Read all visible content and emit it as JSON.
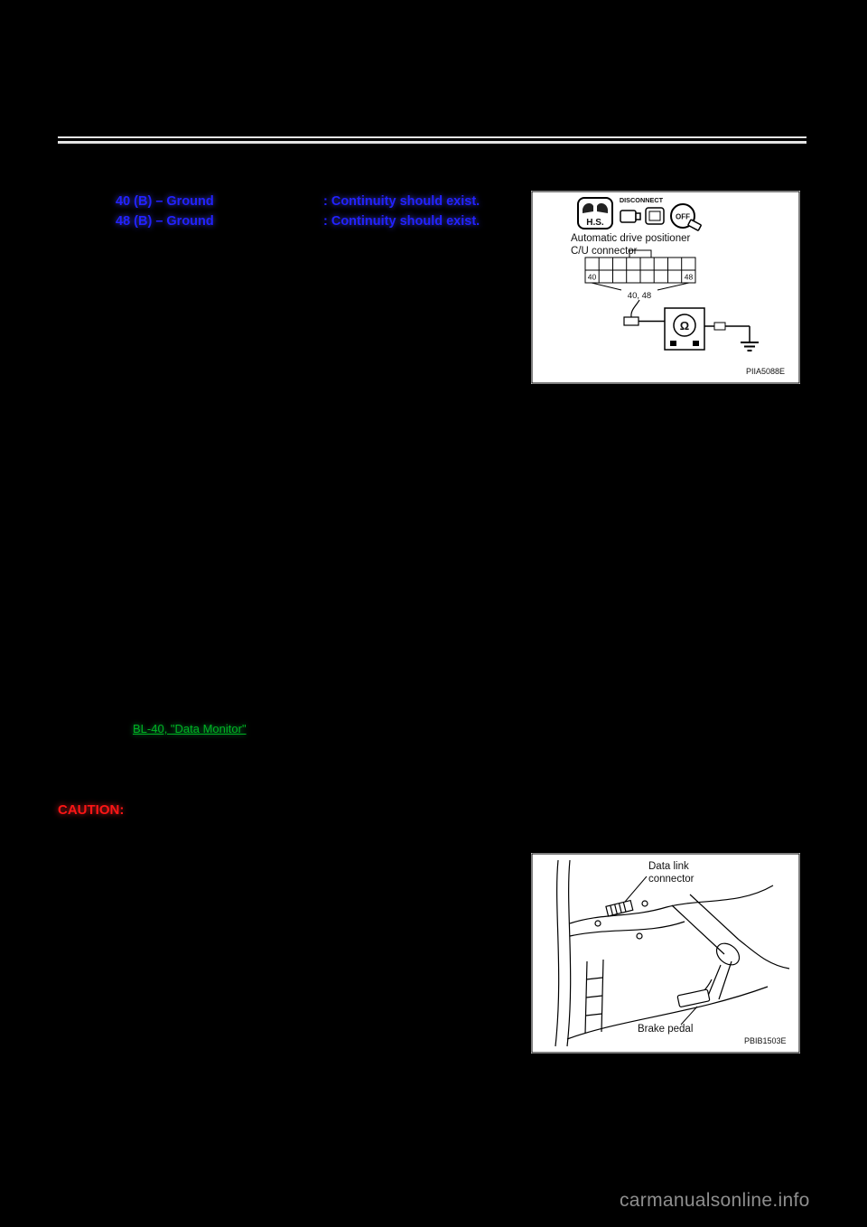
{
  "page": {
    "watermark": "carmanualsonline.info"
  },
  "continuity_checks": {
    "rows": [
      {
        "terminals": "40 (B) – Ground",
        "result": ": Continuity should exist."
      },
      {
        "terminals": "48 (B) – Ground",
        "result": ": Continuity should exist."
      }
    ]
  },
  "reference_link": {
    "label": "BL-40, \"Data Monitor\""
  },
  "caution": {
    "label": "CAUTION:"
  },
  "figure_continuity": {
    "icons": {
      "hs": "H.S.",
      "disconnect": "DISCONNECT",
      "off": "OFF"
    },
    "caption_line1": "Automatic drive positioner",
    "caption_line2": "C/U connector",
    "pin_left": "40",
    "pin_right": "48",
    "pins_callout": "40, 48",
    "meter_symbol": "Ω",
    "figure_code": "PIIA5088E"
  },
  "figure_dlc": {
    "label_line1": "Data link",
    "label_line2": "connector",
    "label_pedal": "Brake pedal",
    "figure_code": "PBIB1503E"
  },
  "colors": {
    "check_text": "#2222ff",
    "link_text": "#00b322",
    "caution_text": "#ff1515",
    "page_background": "#000000"
  }
}
